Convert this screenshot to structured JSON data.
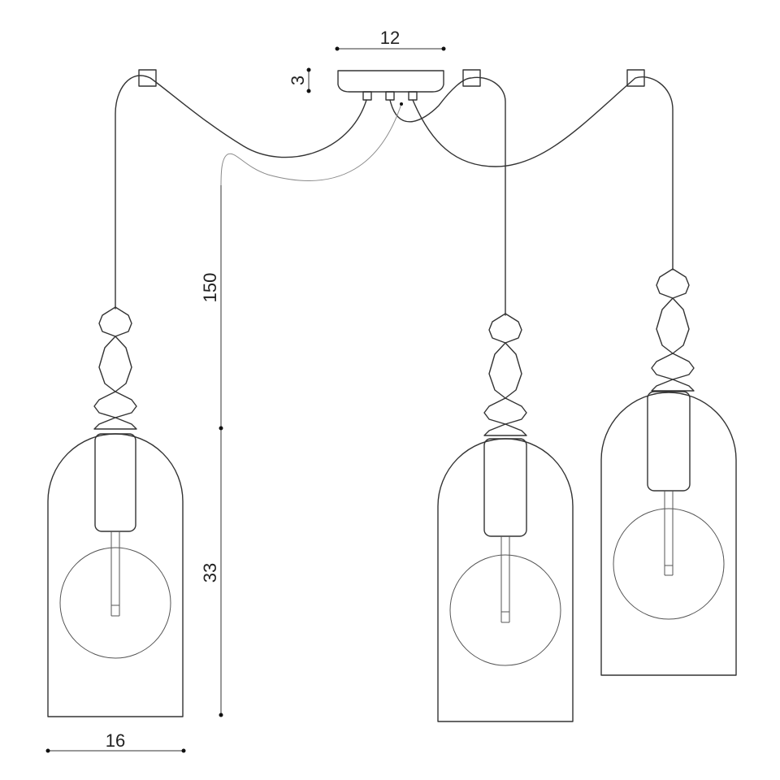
{
  "dimensions": {
    "canopy_width": "12",
    "canopy_height": "3",
    "cable_length": "150",
    "shade_height": "33",
    "shade_width": "16"
  },
  "colors": {
    "line": "#333333",
    "background": "#ffffff"
  }
}
